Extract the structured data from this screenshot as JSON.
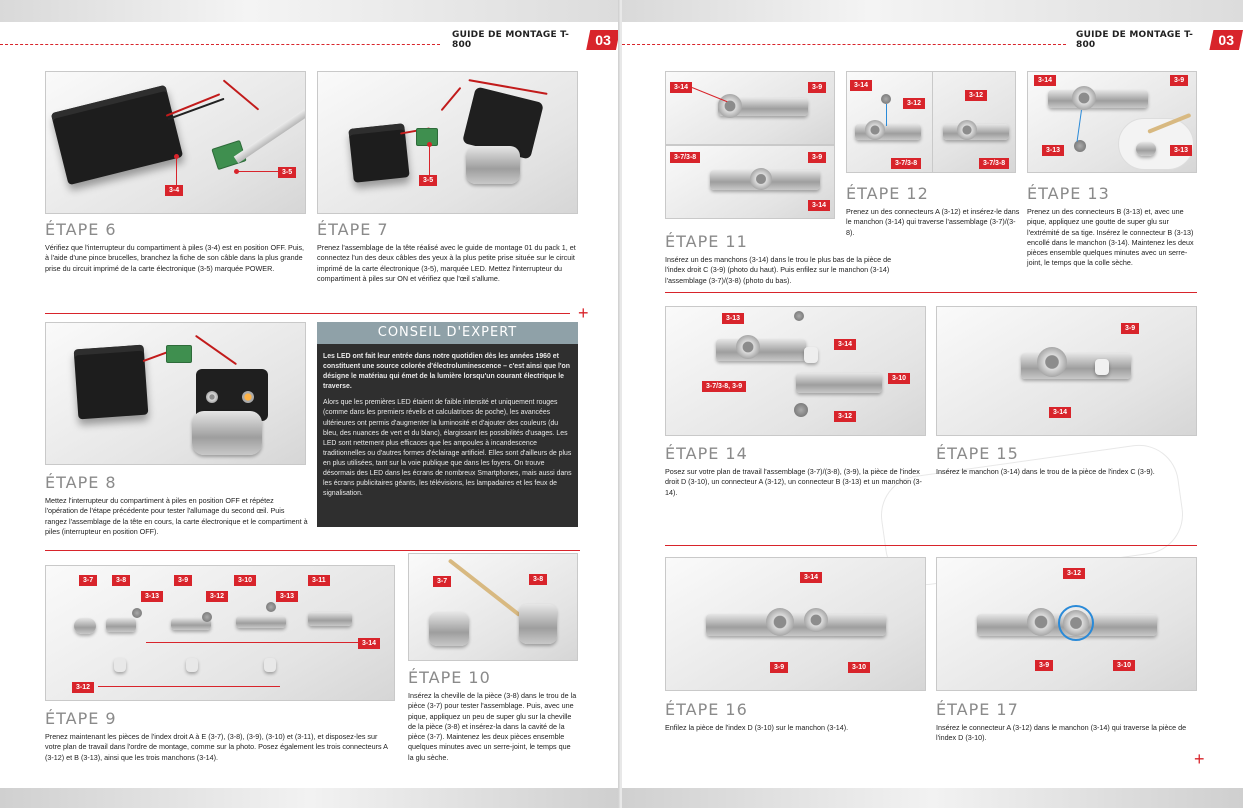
{
  "header": {
    "title": "GUIDE DE MONTAGE T-800",
    "number": "03"
  },
  "expert": {
    "title": "CONSEIL D'EXPERT",
    "p1": "Les LED ont fait leur entrée dans notre quotidien dès les années 1960 et constituent une source colorée d'électroluminescence – c'est ainsi que l'on désigne le matériau qui émet de la lumière lorsqu'un courant électrique le traverse.",
    "p2": "Alors que les premières LED étaient de faible intensité et uniquement rouges (comme dans les premiers réveils et calculatrices de poche), les avancées ultérieures ont permis d'augmenter la luminosité et d'ajouter des couleurs (du bleu, des nuances de vert et du blanc), élargissant les possibilités d'usages. Les LED sont nettement plus efficaces que les ampoules à incandescence traditionnelles ou d'autres formes d'éclairage artificiel. Elles sont d'ailleurs de plus en plus utilisées, tant sur la voie publique que dans les foyers. On trouve désormais des LED dans les écrans de nombreux Smartphones, mais aussi dans les écrans publicitaires géants, les télévisions, les lampadaires et les feux de signalisation."
  },
  "steps": {
    "s6": {
      "title": "ÉTAPE 6",
      "text": "Vérifiez que l'interrupteur du compartiment à piles (3-4) est en position OFF. Puis, à l'aide d'une pince brucelles, branchez la fiche de son câble dans la plus grande prise du circuit imprimé de la carte électronique (3-5) marquée POWER."
    },
    "s7": {
      "title": "ÉTAPE 7",
      "text": "Prenez l'assemblage de la tête réalisé avec le guide de montage 01 du pack 1, et connectez l'un des deux câbles des yeux à la plus petite prise située sur le circuit imprimé de la carte électronique (3-5), marquée LED. Mettez l'interrupteur du compartiment à piles sur ON et vérifiez que l'œil s'allume."
    },
    "s8": {
      "title": "ÉTAPE 8",
      "text": "Mettez l'interrupteur du compartiment à piles en position OFF et répétez l'opération de l'étape précédente pour tester l'allumage du second œil. Puis rangez l'assemblage de la tête en cours, la carte électronique et le compartiment à piles (interrupteur en position OFF)."
    },
    "s9": {
      "title": "ÉTAPE 9",
      "text": "Prenez maintenant les pièces de l'index droit A à E (3-7), (3-8), (3-9), (3-10) et (3-11), et disposez-les sur votre plan de travail dans l'ordre de montage, comme sur la photo. Posez également les trois connecteurs A (3-12) et B (3-13), ainsi que les trois manchons (3-14)."
    },
    "s10": {
      "title": "ÉTAPE 10",
      "text": "Insérez la cheville de la pièce (3-8) dans le trou de la pièce (3-7) pour tester l'assemblage. Puis, avec une pique, appliquez un peu de super glu sur la cheville de la pièce (3-8) et insérez-la dans la cavité de la pièce (3-7). Maintenez les deux pièces ensemble quelques minutes avec un serre-joint, le temps que la glu sèche."
    },
    "s11": {
      "title": "ÉTAPE 11",
      "text": "Insérez un des manchons (3-14) dans le trou le plus bas de la pièce de l'index droit C (3-9) (photo du haut). Puis enfilez sur le manchon (3-14) l'assemblage (3-7)/(3-8) (photo du bas)."
    },
    "s12": {
      "title": "ÉTAPE 12",
      "text": "Prenez un des connecteurs A (3-12) et insérez-le dans le manchon (3-14) qui traverse l'assemblage (3-7)/(3-8)."
    },
    "s13": {
      "title": "ÉTAPE 13",
      "text": "Prenez un des connecteurs B (3-13) et, avec une pique, appliquez une goutte de super glu sur l'extrémité de sa tige. Insérez le connecteur B (3-13) encollé dans le manchon (3-14). Maintenez les deux pièces ensemble quelques minutes avec un serre-joint, le temps que la colle sèche."
    },
    "s14": {
      "title": "ÉTAPE 14",
      "text": "Posez sur votre plan de travail l'assemblage (3-7)/(3-8), (3-9), la pièce de l'index droit D (3-10), un connecteur A (3-12), un connecteur B (3-13) et un manchon (3-14)."
    },
    "s15": {
      "title": "ÉTAPE 15",
      "text": "Insérez le manchon (3-14) dans le trou de la pièce de l'index C (3-9)."
    },
    "s16": {
      "title": "ÉTAPE 16",
      "text": "Enfilez la pièce de l'index D (3-10) sur le manchon (3-14)."
    },
    "s17": {
      "title": "ÉTAPE 17",
      "text": "Insérez le connecteur A (3-12) dans le manchon (3-14) qui traverse la pièce de l'index D (3-10)."
    }
  },
  "tags": {
    "t34": "3-4",
    "t35": "3-5",
    "t37": "3-7",
    "t38": "3-8",
    "t39": "3-9",
    "t310": "3-10",
    "t311": "3-11",
    "t312": "3-12",
    "t313": "3-13",
    "t314": "3-14",
    "t3738": "3-7/3-8",
    "t373839": "3-7/3-8, 3-9"
  },
  "colors": {
    "accent": "#d8242b",
    "expert_header": "#8fa1a8",
    "expert_bg": "#2f2f2f"
  }
}
